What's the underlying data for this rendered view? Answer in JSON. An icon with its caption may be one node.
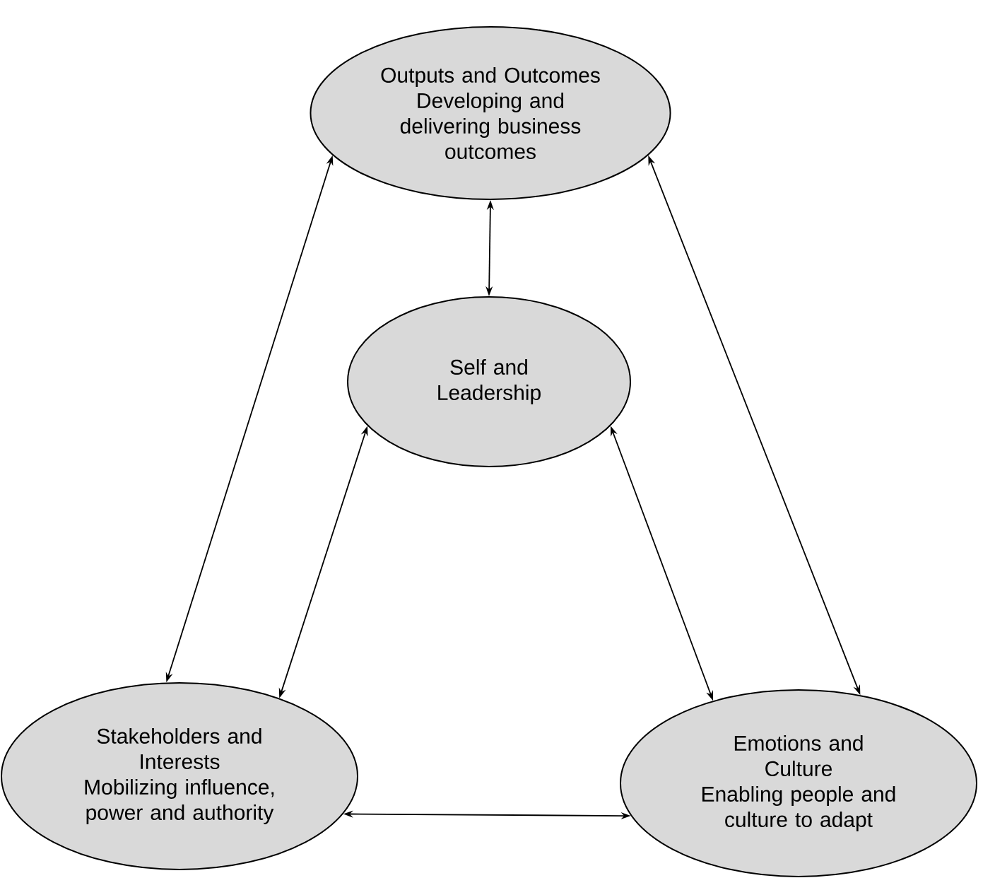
{
  "diagram": {
    "nodes": [
      {
        "text": [
          "Outputs and Outcomes",
          "Developing and delivering business outcomes"
        ]
      },
      {
        "text": [
          "Self and Leadership"
        ]
      },
      {
        "text": [
          "Stakeholders and Interests",
          "Mobilizing influence, power and authority"
        ]
      },
      {
        "text": [
          "Emotions and Culture",
          "Enabling people and culture to adapt"
        ]
      }
    ],
    "edges": [
      {
        "from": 0,
        "to": 1,
        "arrow": "both"
      },
      {
        "from": 0,
        "to": 2,
        "arrow": "both"
      },
      {
        "from": 0,
        "to": 3,
        "arrow": "both"
      },
      {
        "from": 1,
        "to": 2,
        "arrow": "both"
      },
      {
        "from": 1,
        "to": 3,
        "arrow": "both"
      },
      {
        "from": 2,
        "to": 3,
        "arrow": "both"
      }
    ]
  }
}
